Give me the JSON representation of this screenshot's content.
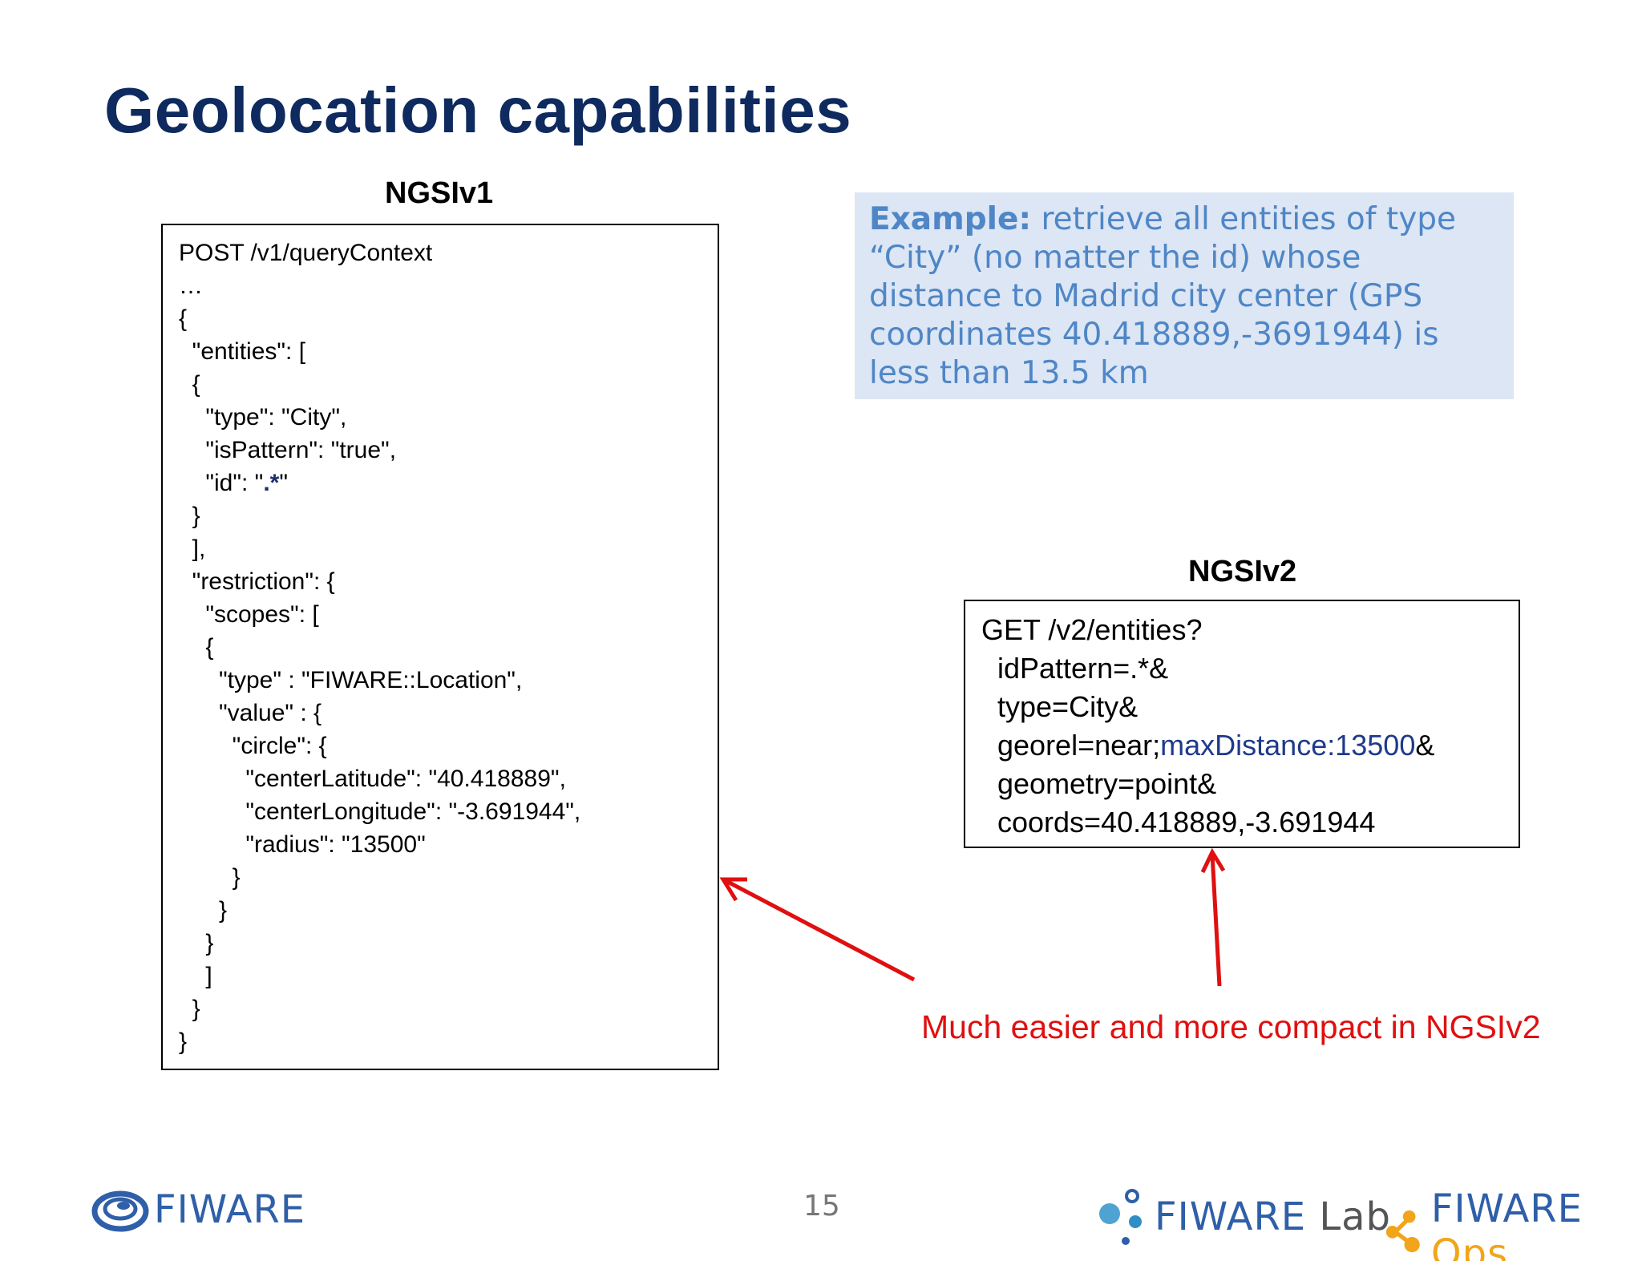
{
  "slide": {
    "title": "Geolocation capabilities",
    "page_number": "15"
  },
  "ngsiv1": {
    "heading": "NGSIv1",
    "code_lines": [
      "POST /v1/queryContext",
      "…",
      "{",
      "  \"entities\": [",
      "  {",
      "    \"type\": \"City\",",
      "    \"isPattern\": \"true\",",
      "    \"id\": \"",
      "  }",
      "  ],",
      "  \"restriction\": {",
      "    \"scopes\": [",
      "    {",
      "      \"type\" : \"FIWARE::Location\",",
      "      \"value\" : {",
      "        \"circle\": {",
      "          \"centerLatitude\": \"40.418889\",",
      "          \"centerLongitude\": \"-3.691944\",",
      "          \"radius\": \"13500\"",
      "        }",
      "      }",
      "    }",
      "    ]",
      "  }",
      "}"
    ],
    "id_pattern": ".*",
    "id_close": "\""
  },
  "example": {
    "lead": "Example:",
    "lines": [
      " retrieve all entities of type",
      "“City” (no matter the id) whose",
      "distance to Madrid city center (GPS",
      "coordinates 40.418889,-3691944) is",
      "less than 13.5 km"
    ]
  },
  "ngsiv2": {
    "heading": "NGSIv2",
    "code_lines": [
      "GET /v2/entities?",
      "  idPattern=.*&",
      "  type=City&",
      "  georel=near;",
      "  geometry=point&",
      "  coords=40.418889,-3.691944"
    ],
    "max_distance": "maxDistance:13500",
    "max_distance_suffix": "&"
  },
  "note": {
    "text": "Much easier and more compact in NGSIv2",
    "color": "#e01010"
  },
  "logos": {
    "fiware": "FIWARE",
    "lab_brand": "FIWARE",
    "lab_suffix": "Lab",
    "ops_brand": "FIWARE",
    "ops_suffix": "Ops"
  },
  "colors": {
    "title": "#0e2a5e",
    "example_bg": "#dce6f4",
    "example_text": "#4f86c6",
    "arrow": "#e01010"
  }
}
